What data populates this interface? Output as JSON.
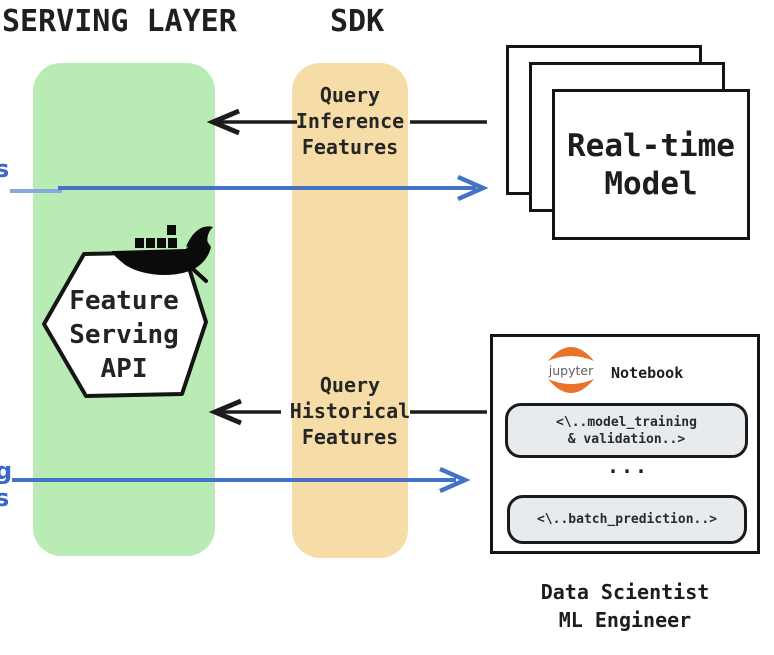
{
  "titles": {
    "serving_layer": "SERVING LAYER",
    "sdk": "SDK"
  },
  "colors": {
    "serving_layer_bg": "#b9ecb5",
    "sdk_bg": "#f6dca6",
    "arrow_black": "#1c1c1c",
    "arrow_blue": "#4472c4",
    "arrow_blue_light": "#8aa8e0",
    "jupyter_orange": "#e8732a",
    "cell_bg": "#e7ebee"
  },
  "serving_layer": {
    "api_label": "Feature\nServing\nAPI",
    "docker_icon": "docker-whale-icon"
  },
  "sdk_labels": {
    "inference": "Query\nInference\nFeatures",
    "historical": "Query\nHistorical\nFeatures"
  },
  "realtime_model": {
    "label": "Real-time\nModel"
  },
  "notebook": {
    "logo_text": "jupyter",
    "title": "Notebook",
    "cell_training": "<\\..model_training\n& validation..>",
    "ellipsis": "...",
    "cell_prediction": "<\\..batch_prediction..>",
    "caption": "Data Scientist\nML Engineer"
  },
  "edge_labels": {
    "top_partial": "s",
    "bottom_partial": "g\ns"
  }
}
